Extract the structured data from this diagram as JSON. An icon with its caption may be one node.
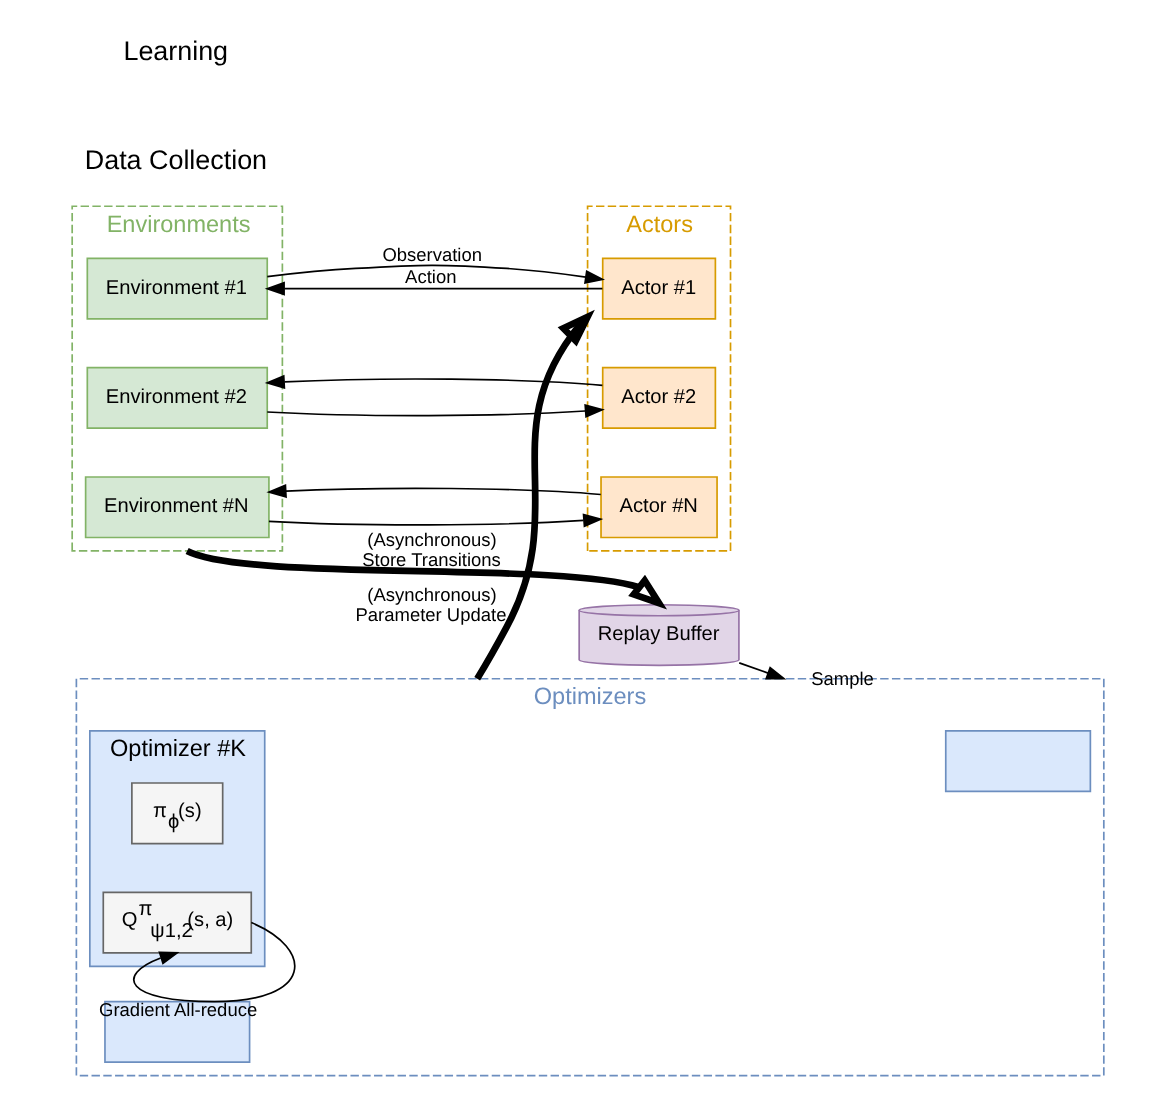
{
  "diagram": {
    "nodes": [
      {
        "text": [
          "Environments"
        ]
      },
      {
        "text": [
          "Environment #1"
        ],
        "in": 0
      },
      {
        "text": [
          "Environment #2"
        ],
        "in": 0
      },
      {
        "text": [
          "Environment #N"
        ],
        "in": 0
      },
      {
        "text": [
          "Actors"
        ]
      },
      {
        "text": [
          "Actor #1"
        ],
        "in": 4
      },
      {
        "text": [
          "Actor #2"
        ],
        "in": 4
      },
      {
        "text": [
          "Actor #N"
        ],
        "in": 4
      },
      {
        "text": [
          "Replay Buffer"
        ]
      },
      {
        "text": [
          "Optimizers"
        ]
      },
      {
        "text": [],
        "shape": "box",
        "in": 9
      },
      {
        "text": [],
        "shape": "box",
        "in": 9
      },
      {
        "text": [
          "Optimizer #K"
        ],
        "in": 9
      },
      {
        "text": [
          "π$_{ϕ}$(s)"
        ],
        "in": 12
      },
      {
        "text": [
          "Q$^{π}$$_{ψ1,2}$(s, a)"
        ],
        "in": 12
      }
    ],
    "edges": [
      {
        "from": 1,
        "to": 5,
        "arrow": "to",
        "label": "Observation"
      },
      {
        "from": 5,
        "to": 1,
        "arrow": "to",
        "label": "Action"
      },
      {
        "from": 2,
        "to": 6,
        "arrow": "to"
      },
      {
        "from": 6,
        "to": 2,
        "arrow": "to"
      },
      {
        "from": 3,
        "to": 7,
        "arrow": "to"
      },
      {
        "from": 7,
        "to": 3,
        "arrow": "to"
      },
      {
        "from": 0,
        "to": 8,
        "arrow": "to",
        "label": "(Asynchronous) Store Transitions",
        "style": "thick"
      },
      {
        "from": 8,
        "to": 9,
        "arrow": "to",
        "label": "Sample"
      },
      {
        "from": 9,
        "to": 4,
        "arrow": "to",
        "label": "(Asynchronous) Parameter Update",
        "style": "thick"
      },
      {
        "from": 14,
        "to": 14,
        "arrow": "to",
        "label": "Gradient All-reduce"
      }
    ],
    "labels": [
      "Data Collection",
      "Learning"
    ]
  }
}
